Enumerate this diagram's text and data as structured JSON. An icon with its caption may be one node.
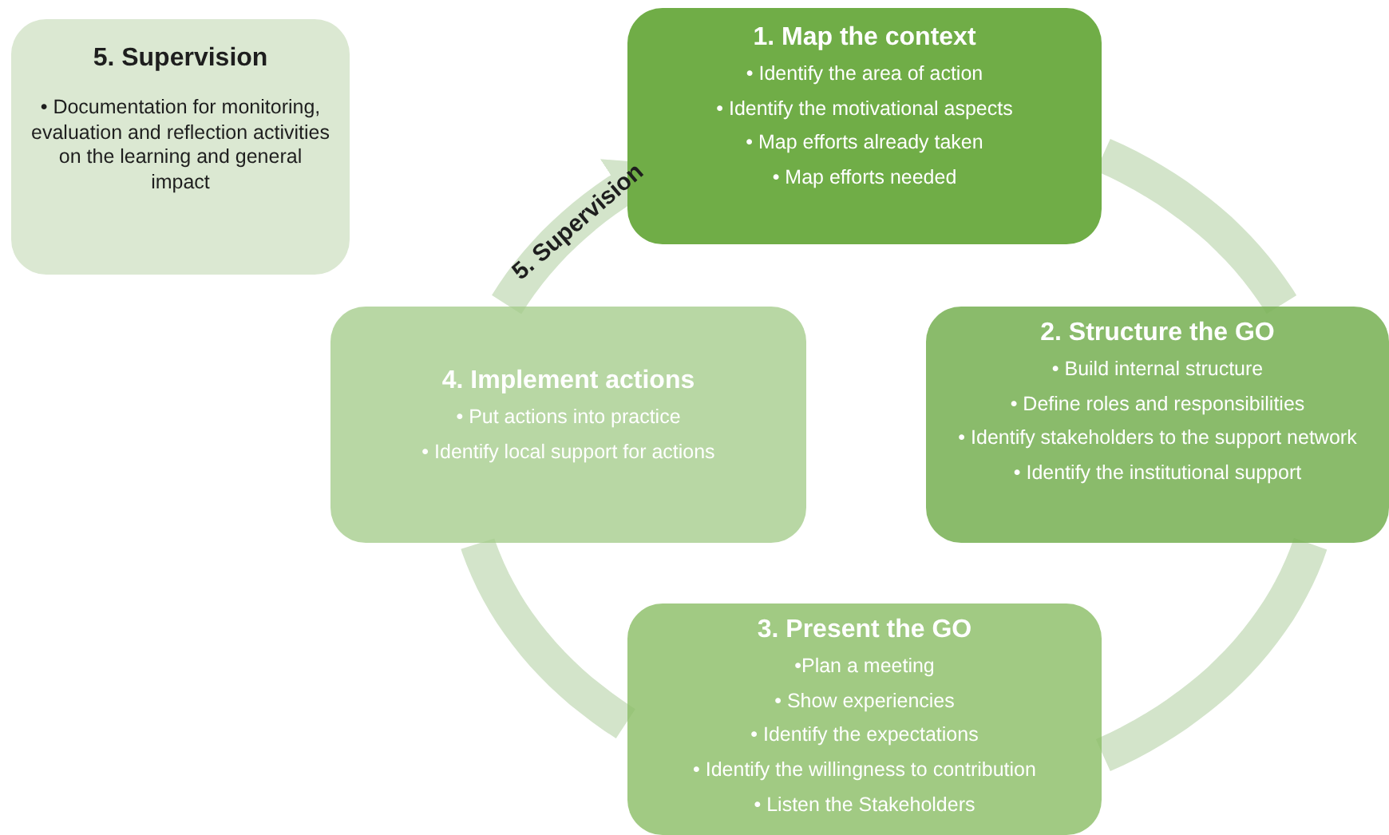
{
  "diagram": {
    "nodes": [
      {
        "text": [
          "5. Supervision",
          "• Documentation for monitoring, evaluation and reflection activities on the learning and general impact"
        ]
      },
      {
        "text": [
          "1. Map the context",
          "• Identify the area of action",
          "• Identify the motivational aspects",
          "• Map efforts already taken",
          "• Map efforts needed"
        ]
      },
      {
        "text": [
          "2. Structure the GO",
          "• Build internal structure",
          "• Define roles and responsibilities",
          "• Identify stakeholders to the support network",
          "• Identify the institutional support"
        ]
      },
      {
        "text": [
          "3. Present the GO",
          "•Plan a meeting",
          "• Show experiencies",
          "• Identify the expectations",
          "• Identify the willingness to contribution",
          "• Listen the Stakeholders"
        ]
      },
      {
        "text": [
          "4. Implement actions",
          "• Put actions into practice",
          "• Identify local support for actions"
        ]
      }
    ],
    "edges": [
      {
        "from": 1,
        "to": 2,
        "arrow": "none"
      },
      {
        "from": 2,
        "to": 3,
        "arrow": "none"
      },
      {
        "from": 3,
        "to": 4,
        "arrow": "none"
      },
      {
        "from": 4,
        "to": 1,
        "arrow": "to",
        "label": "5. Supervision"
      }
    ]
  }
}
